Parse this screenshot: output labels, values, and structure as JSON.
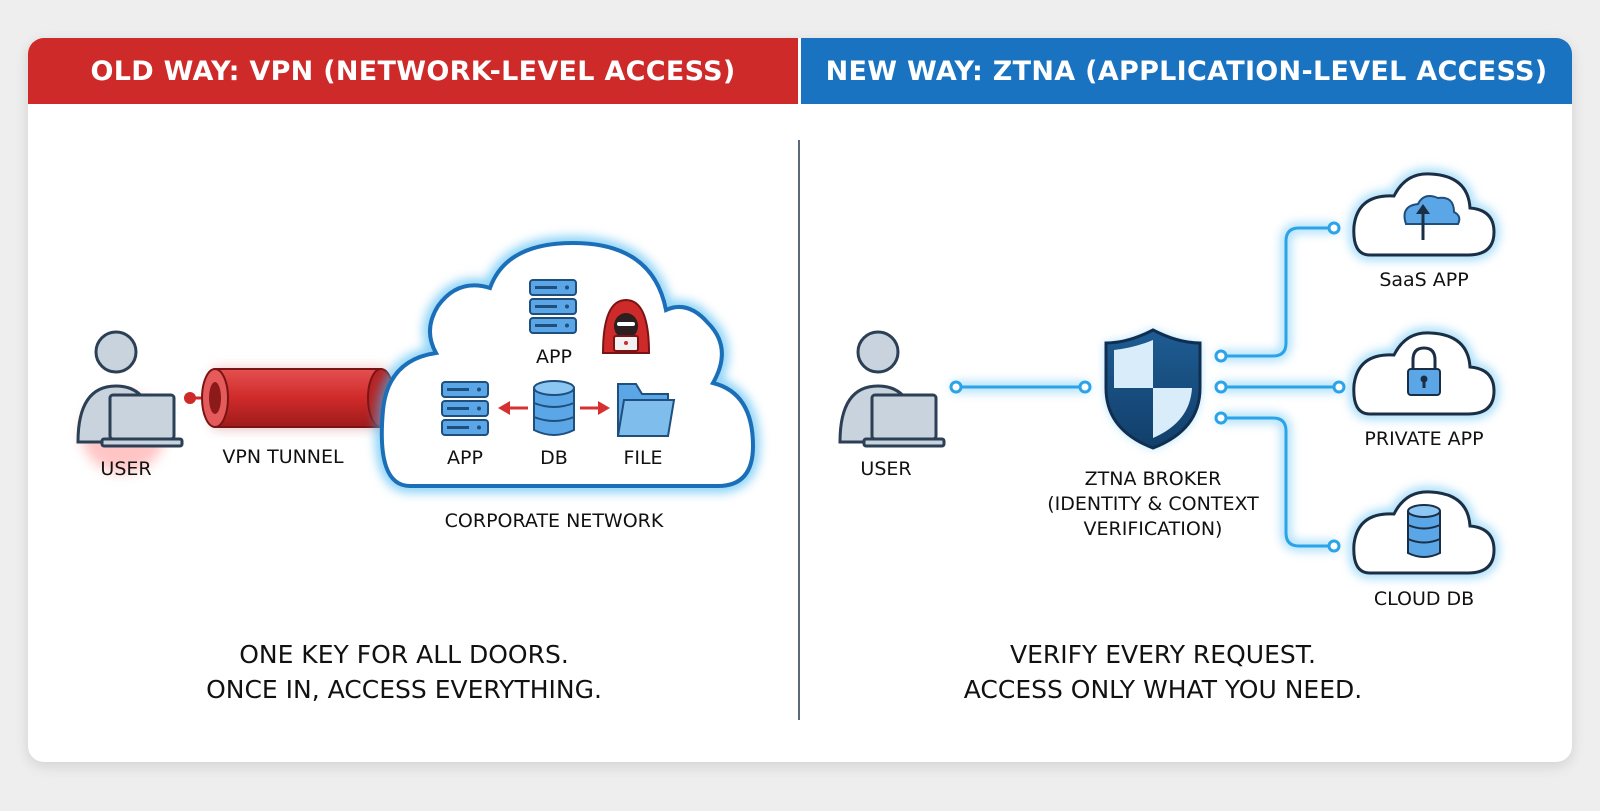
{
  "left": {
    "header": "OLD WAY: VPN (NETWORK-LEVEL ACCESS)",
    "user_label": "USER",
    "tunnel_label": "VPN TUNNEL",
    "network_label": "CORPORATE NETWORK",
    "nodes": {
      "app_top": "APP",
      "app": "APP",
      "db": "DB",
      "file": "FILE"
    },
    "caption": [
      "ONE KEY FOR ALL DOORS.",
      "ONCE IN, ACCESS EVERYTHING."
    ]
  },
  "right": {
    "header": "NEW WAY: ZTNA (APPLICATION-LEVEL ACCESS)",
    "user_label": "USER",
    "broker_label": [
      "ZTNA BROKER",
      "(IDENTITY & CONTEXT",
      "VERIFICATION)"
    ],
    "apps": [
      "SaaS APP",
      "PRIVATE APP",
      "CLOUD DB"
    ],
    "caption": [
      "VERIFY EVERY REQUEST.",
      "ACCESS ONLY WHAT YOU NEED."
    ]
  },
  "colors": {
    "old": "#cf2a2a",
    "new": "#1a73c1",
    "glow_blue": "#3fb6f2",
    "icon_fill": "#c9d3de",
    "icon_stroke": "#2b3f55"
  }
}
